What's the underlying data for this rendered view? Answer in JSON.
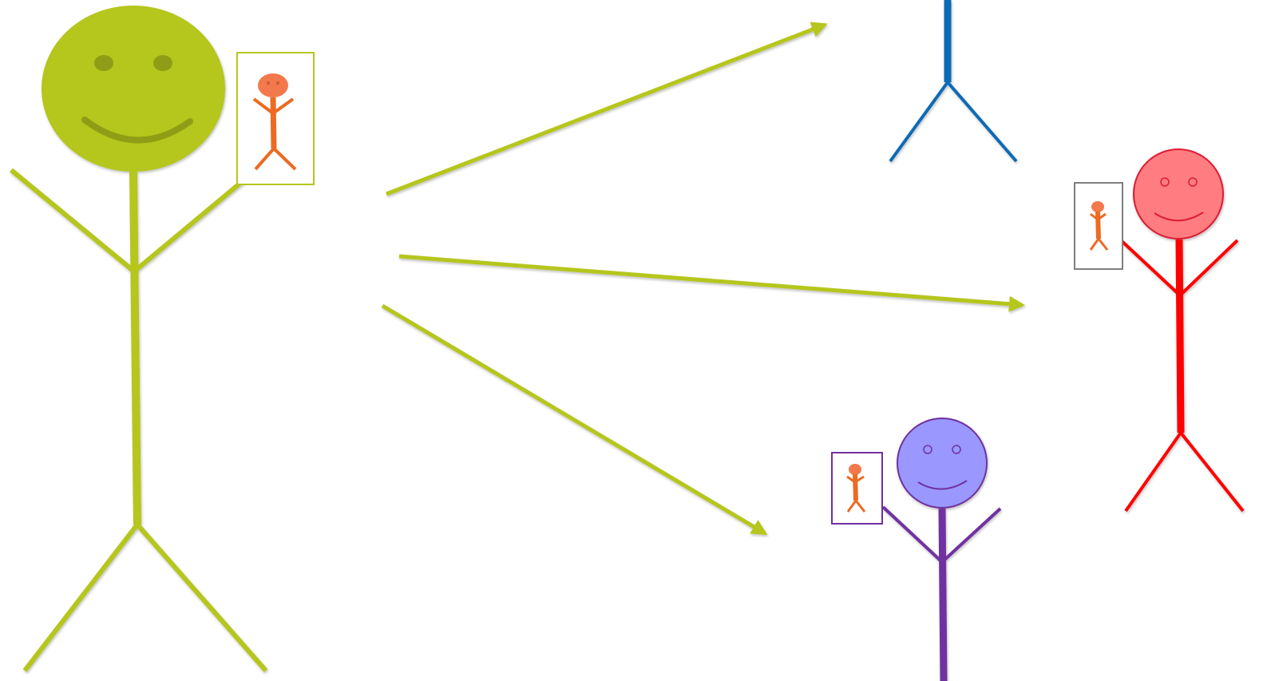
{
  "diagram": {
    "description_free": true,
    "figures": [
      {
        "id": "main-figure",
        "color": "#b5c61f",
        "eye_color": "#8f9d18",
        "has_photo": true,
        "photo_frame_color": "#b5c61f"
      },
      {
        "id": "blue-figure",
        "color": "#0a6ab6",
        "partial": true,
        "has_photo": false
      },
      {
        "id": "red-figure",
        "color": "#ff0000",
        "head_fill": "#ff7b80",
        "head_stroke": "#dd1c35",
        "has_photo": true,
        "photo_frame_color": "#7f7f7f"
      },
      {
        "id": "purple-figure",
        "color": "#7030a0",
        "head_fill": "#9a98ff",
        "head_stroke": "#7030a0",
        "has_photo": true,
        "photo_frame_color": "#7030a0"
      }
    ],
    "photo_figure_color": "#ec6a22",
    "photo_head_color": "#f3784c",
    "arrow_color": "#b5c61f",
    "arrows": [
      {
        "from": "main-figure",
        "to": "blue-figure"
      },
      {
        "from": "main-figure",
        "to": "red-figure"
      },
      {
        "from": "main-figure",
        "to": "purple-figure"
      }
    ]
  }
}
